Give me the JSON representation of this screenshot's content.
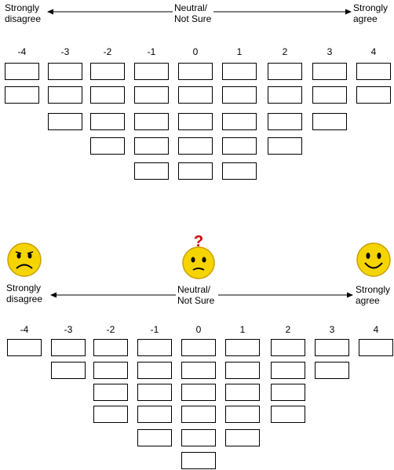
{
  "grids": [
    {
      "labels": {
        "left_line1": "Strongly",
        "left_line2": "disagree",
        "center_line1": "Neutral/",
        "center_line2": "Not Sure",
        "right_line1": "Strongly",
        "right_line2": "agree"
      },
      "columns": [
        {
          "label": "-4",
          "cells": 2
        },
        {
          "label": "-3",
          "cells": 3
        },
        {
          "label": "-2",
          "cells": 4
        },
        {
          "label": "-1",
          "cells": 5
        },
        {
          "label": "0",
          "cells": 5
        },
        {
          "label": "1",
          "cells": 5
        },
        {
          "label": "2",
          "cells": 4
        },
        {
          "label": "3",
          "cells": 3
        },
        {
          "label": "4",
          "cells": 2
        }
      ],
      "faces": false
    },
    {
      "labels": {
        "left_line1": "Strongly",
        "left_line2": "disagree",
        "center_line1": "Neutral/",
        "center_line2": "Not Sure",
        "right_line1": "Strongly",
        "right_line2": "agree"
      },
      "columns": [
        {
          "label": "-4",
          "cells": 1
        },
        {
          "label": "-3",
          "cells": 2
        },
        {
          "label": "-2",
          "cells": 4
        },
        {
          "label": "-1",
          "cells": 5
        },
        {
          "label": "0",
          "cells": 6
        },
        {
          "label": "1",
          "cells": 5
        },
        {
          "label": "2",
          "cells": 4
        },
        {
          "label": "3",
          "cells": 2
        },
        {
          "label": "4",
          "cells": 1
        }
      ],
      "faces": true,
      "face_icons": [
        "sad-face-icon",
        "confused-face-icon",
        "happy-face-icon"
      ]
    }
  ],
  "colors": {
    "face_fill": "#f5d400",
    "face_stroke": "#c9a000",
    "question_mark": "#d40000"
  }
}
